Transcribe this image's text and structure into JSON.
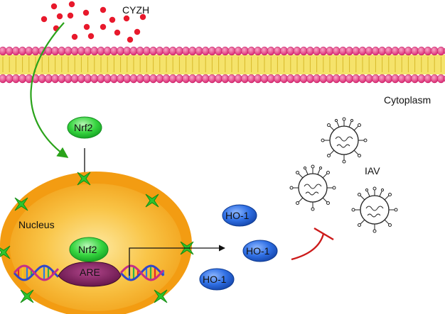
{
  "labels": {
    "compound": "CYZH",
    "cytoplasm": "Cytoplasm",
    "nucleus": "Nucleus",
    "nrf2_cytoplasm": "Nrf2",
    "nrf2_nucleus": "Nrf2",
    "are": "ARE",
    "virus": "IAV",
    "ho1": [
      "HO-1",
      "HO-1",
      "HO-1"
    ]
  },
  "colors": {
    "compound_dot": "#e8192c",
    "membrane_head": "#e8327a",
    "membrane_tail": "#f5e36b",
    "nucleus_outer": "#f39c12",
    "nucleus_inner": "#f8c13a",
    "nrf2": "#2bd03e",
    "ho1": "#1f62d8",
    "are": "#7a1f5a",
    "arrow_green": "#2aa31a",
    "inhibit_red": "#cc1a1a",
    "pore": "#2ec42e"
  },
  "icons": {
    "virus": "virus-icon",
    "dna": "dna-helix-icon",
    "pore": "nuclear-pore-icon"
  }
}
